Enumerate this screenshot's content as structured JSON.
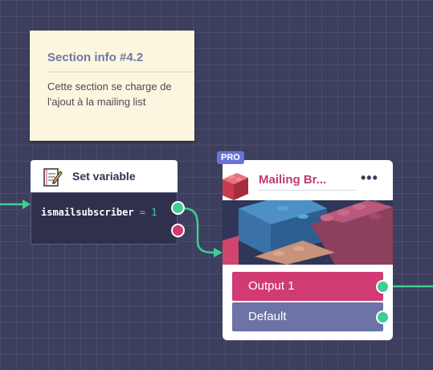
{
  "note": {
    "title": "Section info #4.2",
    "body": "Cette section se charge de l'ajout à la mailing list"
  },
  "set_variable": {
    "title": "Set variable",
    "icon": "notepad-pencil-icon",
    "code_variable": "ismailsubscriber",
    "code_operator": "=",
    "code_value": "1"
  },
  "mailing_block": {
    "badge": "PRO",
    "title": "Mailing Br...",
    "icon": "lego-brick-icon",
    "menu_icon": "more-horizontal-icon",
    "outputs": [
      {
        "label": "Output 1"
      },
      {
        "label": "Default"
      }
    ]
  },
  "colors": {
    "canvas": "#3d3f5e",
    "connection": "#3fce93",
    "success_port": "#3fce93",
    "fail_port": "#cf3b72",
    "output_primary": "#cf3b72",
    "output_default": "#6d73a7",
    "pro_badge": "#6a73d8",
    "note_bg": "#fcf6df",
    "title_accent": "#c23a73"
  }
}
